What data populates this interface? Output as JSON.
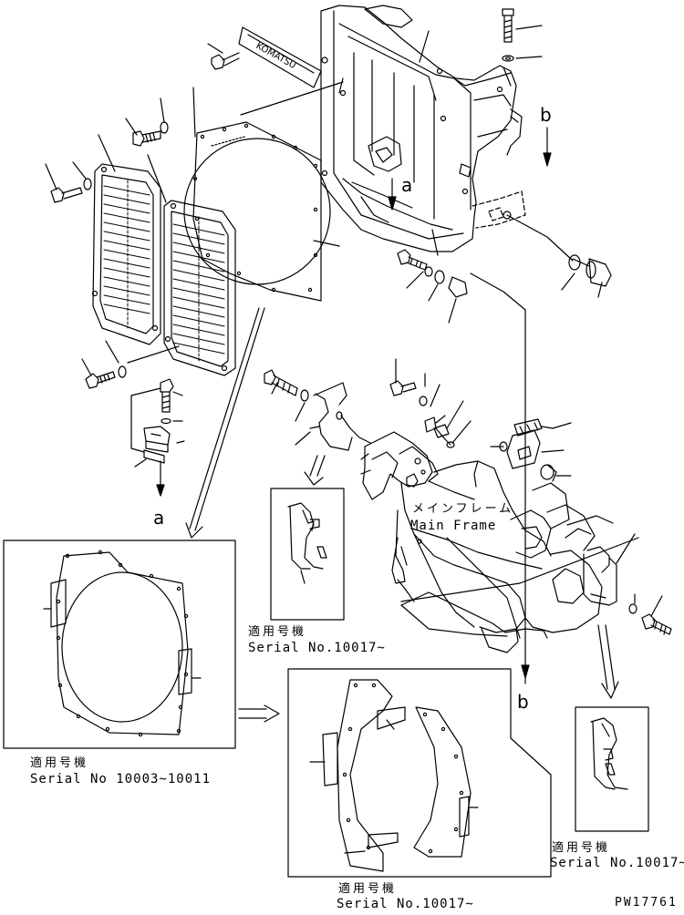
{
  "callouts": {
    "a_top": "a",
    "a_bottom": "a",
    "b_top": "b",
    "b_bottom": "b"
  },
  "main_frame": {
    "jp": "メインフレーム",
    "en": "Main Frame"
  },
  "serial_blocks": {
    "left_lower": {
      "jp": "適用号機",
      "en": "Serial No 10003~10011"
    },
    "center_small": {
      "jp": "適用号機",
      "en": "Serial No.10017~"
    },
    "center_lower": {
      "jp": "適用号機",
      "en": "Serial No.10017~"
    },
    "right_lower": {
      "jp": "適用号機",
      "en": "Serial No.10017~"
    }
  },
  "drawing_code": "PW17761",
  "emblem_text": "KOMATSU"
}
